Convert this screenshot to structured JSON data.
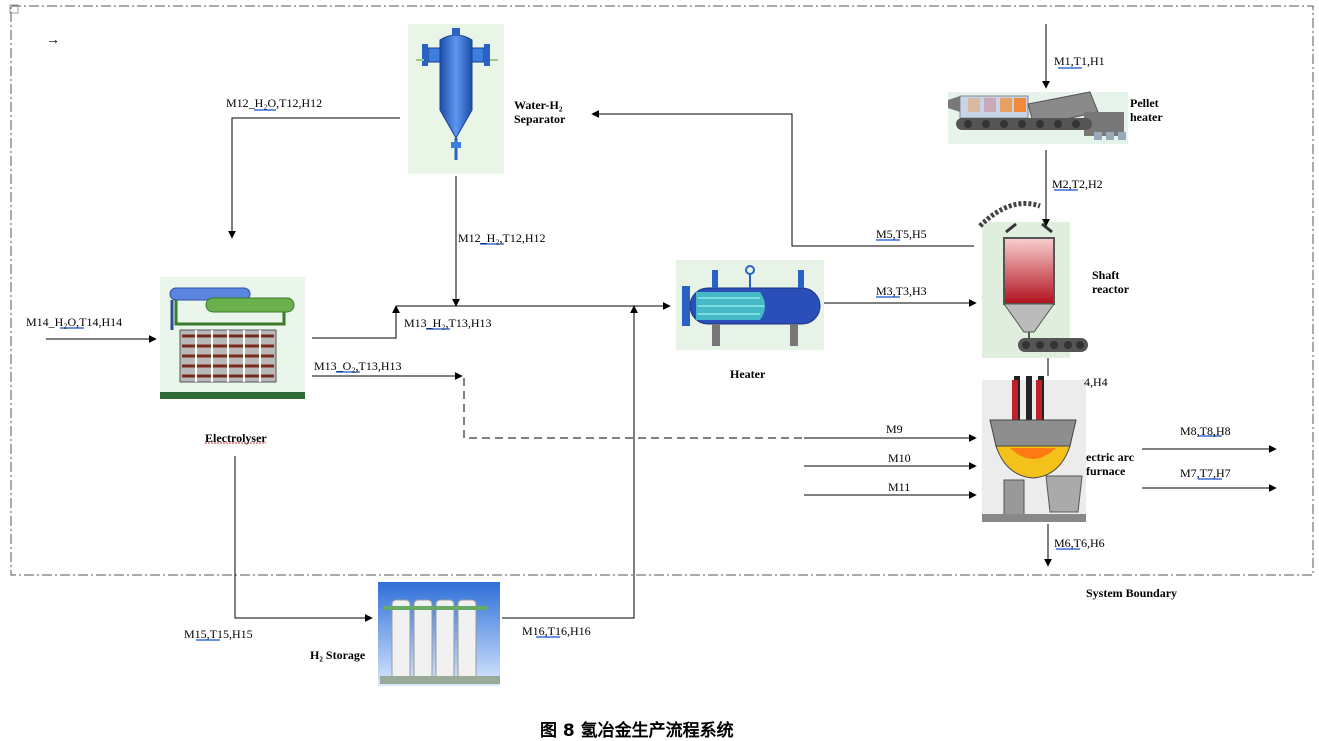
{
  "diagram": {
    "corner_arrow": "→",
    "system_boundary_label": "System Boundary",
    "figure_caption": "图 8 氢冶金生产流程系统",
    "equipment": {
      "water_h2_separator": "Water-H₂\nSeparator",
      "pellet_heater": "Pellet\nheater",
      "shaft_reactor": "Shaft\nreactor",
      "heater": "Heater",
      "electrolyser": "Electrolyser",
      "electric_arc_furnace": "ectric arc\nfurnace",
      "h2_storage": "H₂ Storage"
    },
    "streams": {
      "m1": "M1,T1,H1",
      "m2": "M2,T2,H2",
      "m3": "M3,T3,H3",
      "m4": "4,H4",
      "m5": "M5,T5,H5",
      "m6": "M6,T6,H6",
      "m7": "M7,T7,H7",
      "m8": "M8,T8,H8",
      "m9": "M9",
      "m10": "M10",
      "m11": "M11",
      "m12_h2o": "M12_H₂O,T12,H12",
      "m12_h2": "M12_H₂,T12,H12",
      "m13_h2": "M13_H₂,T13,H13",
      "m13_o2": "M13_O₂,T13,H13",
      "m14": "M14_H₂O,T14,H14",
      "m15": "M15,T15,H15",
      "m16": "M16,T16,H16"
    },
    "colors": {
      "boundary": "#555555",
      "arrow": "#000000",
      "separator_blue": "#2f6fd8",
      "heater_cyan": "#49c4c9",
      "reactor_red": "#cc1f2f",
      "image_bg": "#e8f4e4"
    }
  }
}
